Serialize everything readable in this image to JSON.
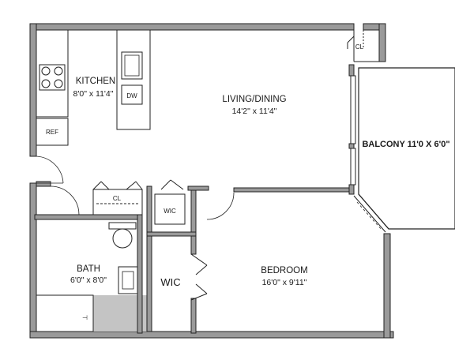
{
  "rooms": {
    "kitchen": {
      "name": "KITCHEN",
      "dims": "8'0\" x 11'4\""
    },
    "living": {
      "name": "LIVING/DINING",
      "dims": "14'2\" x 11'4\""
    },
    "balcony": {
      "name": "BALCONY  11'0 X 6'0\""
    },
    "bedroom": {
      "name": "BEDROOM",
      "dims": "16'0\" x 9'11\""
    },
    "bath": {
      "name": "BATH",
      "dims": "6'0\" x 8'0\""
    },
    "wic_main": {
      "name": "WIC"
    },
    "wic_small": {
      "name": "WIC"
    }
  },
  "fixtures": {
    "dw": "DW",
    "ref": "REF",
    "closet_top": "CL",
    "closet_hall": "CL"
  }
}
